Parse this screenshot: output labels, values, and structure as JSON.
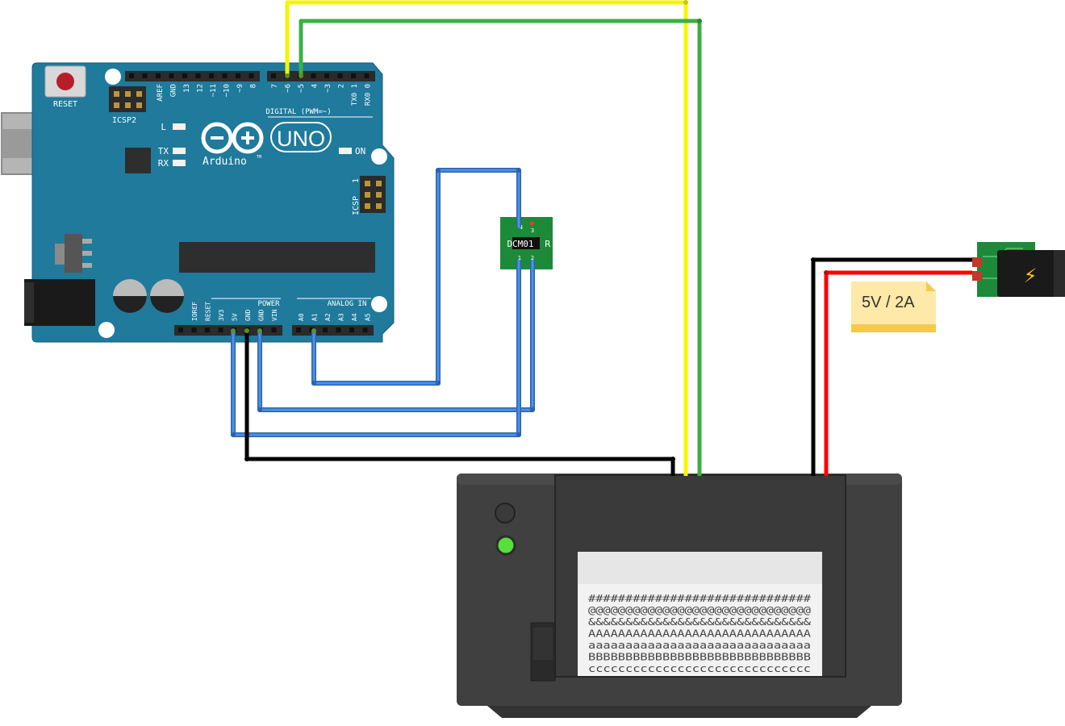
{
  "arduino": {
    "reset_label": "RESET",
    "icsp2_label": "ICSP2",
    "icsp_label": "ICSP",
    "icsp_pin1": "1",
    "led_l": "L",
    "led_tx": "TX",
    "led_rx": "RX",
    "led_on": "ON",
    "logo_uno": "UNO",
    "logo_brand": "Arduino",
    "logo_tm": "TM",
    "digital_label": "DIGITAL (PWM=~)",
    "digital_pins": [
      "AREF",
      "GND",
      "13",
      "12",
      "~11",
      "~10",
      "~9",
      "8",
      "7",
      "~6",
      "~5",
      "4",
      "~3",
      "2",
      "TX0 1",
      "RX0 0"
    ],
    "power_label": "POWER",
    "power_pins": [
      "IOREF",
      "RESET",
      "3V3",
      "5V",
      "GND",
      "GND",
      "VIN"
    ],
    "analog_label": "ANALOG IN",
    "analog_pins": [
      "A0",
      "A1",
      "A2",
      "A3",
      "A4",
      "A5"
    ]
  },
  "sensor": {
    "chip_label": "DCM01",
    "edge_letter": "R",
    "pins": [
      "4",
      "3",
      "1",
      "2"
    ]
  },
  "power_supply": {
    "note_text": "5V / 2A",
    "bolt_symbol": "⚡"
  },
  "printer": {
    "paper_lines": [
      "##############################",
      "@@@@@@@@@@@@@@@@@@@@@@@@@@@@@@",
      "&&&&&&&&&&&&&&&&&&&&&&&&&&&&&&",
      "AAAAAAAAAAAAAAAAAAAAAAAAAAAAAA",
      "aaaaaaaaaaaaaaaaaaaaaaaaaaaaaa",
      "BBBBBBBBBBBBBBBBBBBBBBBBBBBBBB",
      "cccccccccccccccccccccccccccccc"
    ]
  },
  "colors": {
    "board": "#1f7a9c",
    "header": "#2b2b2b",
    "wire_blue": "#3a7fd4",
    "wire_yellow": "#f5f500",
    "wire_green": "#3cb043",
    "wire_black": "#000000",
    "wire_red": "#ff0000",
    "printer_body": "#404040",
    "pcb_green": "#1d8a3a",
    "note_yellow": "#ffe9a8",
    "led_green": "#55e03c"
  }
}
